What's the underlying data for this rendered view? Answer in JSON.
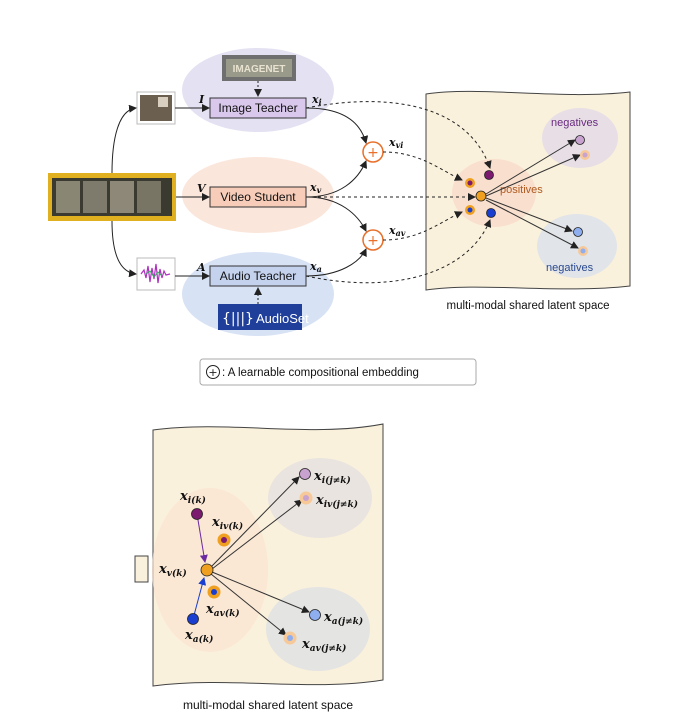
{
  "top": {
    "image_teacher_label": "Image Teacher",
    "video_student_label": "Video Student",
    "audio_teacher_label": "Audio Teacher",
    "imagenet_logo": "IMAGENET",
    "audioset_logo": "AudioSet",
    "input_i": "I",
    "input_v": "V",
    "input_a": "A",
    "x_i": "x",
    "x_i_sub": "i",
    "x_v": "x",
    "x_v_sub": "v",
    "x_a": "x",
    "x_a_sub": "a",
    "x_vi": "x",
    "x_vi_sub": "vi",
    "x_av": "x",
    "x_av_sub": "av",
    "plus_symbol": "+",
    "negatives_top": "negatives",
    "negatives_bottom": "negatives",
    "positives": "positives",
    "latent_caption": "multi-modal shared latent space",
    "legend_text": ": A learnable compositional embedding"
  },
  "bottom": {
    "x_i_k": "x",
    "x_i_k_sub": "i(k)",
    "x_iv_k": "x",
    "x_iv_k_sub": "iv(k)",
    "x_v_k": "x",
    "x_v_k_sub": "v(k)",
    "x_av_k": "x",
    "x_av_k_sub": "av(k)",
    "x_a_k": "x",
    "x_a_k_sub": "a(k)",
    "x_i_jk": "x",
    "x_i_jk_sub": "i(j≠k)",
    "x_iv_jk": "x",
    "x_iv_jk_sub": "iv(j≠k)",
    "x_a_jk": "x",
    "x_a_jk_sub": "a(j≠k)",
    "x_av_jk": "x",
    "x_av_jk_sub": "av(j≠k)",
    "latent_caption": "multi-modal shared latent space"
  },
  "colors": {
    "image_purple": "#7b1a6e",
    "image_light": "#c9a3cf",
    "video_orange": "#f0a020",
    "audio_blue": "#1a3fd0",
    "audio_light": "#8eaef0",
    "plus_orange": "#e8702a",
    "paper": "#faf1dc",
    "image_bg": "#e4e1f2",
    "video_bg": "#fbe6dc",
    "audio_bg": "#d7e2f4"
  }
}
